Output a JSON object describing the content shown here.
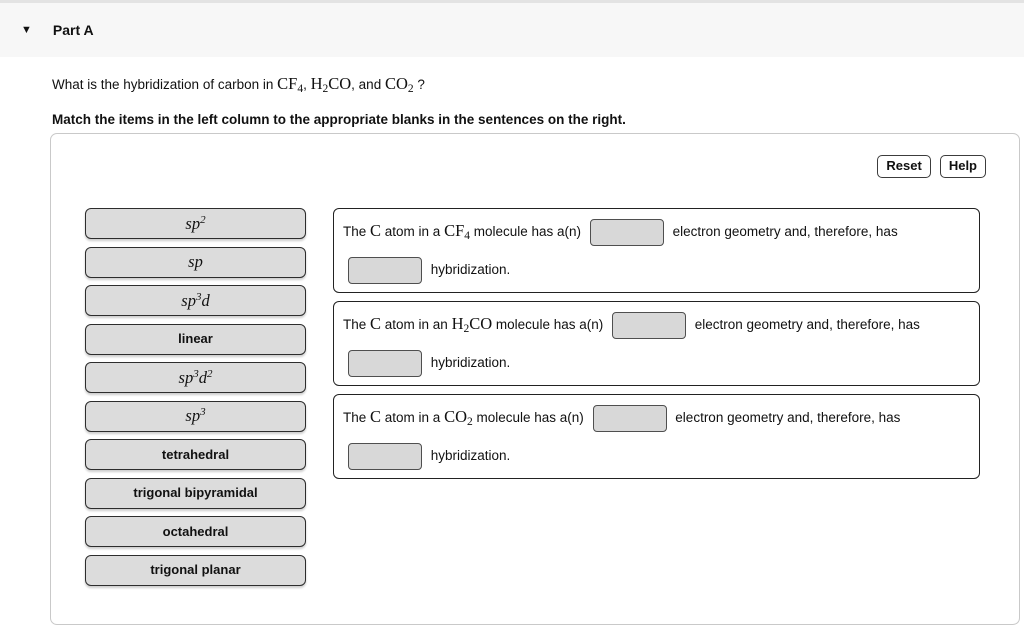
{
  "header": {
    "title": "Part A",
    "collapse_icon": "▼"
  },
  "question": {
    "segments": [
      {
        "t": "What is the hybridization of carbon in ",
        "s": "plain"
      },
      {
        "t": "CF",
        "s": "chem"
      },
      {
        "t": "4",
        "s": "chemsub"
      },
      {
        "t": ", ",
        "s": "plain"
      },
      {
        "t": "H",
        "s": "chem"
      },
      {
        "t": "2",
        "s": "chemsub"
      },
      {
        "t": "CO",
        "s": "chem"
      },
      {
        "t": ", and ",
        "s": "plain"
      },
      {
        "t": "CO",
        "s": "chem"
      },
      {
        "t": "2",
        "s": "chemsub"
      },
      {
        "t": " ?",
        "s": "plain"
      }
    ],
    "instruction": "Match the items in the left column to the appropriate blanks in the sentences on the right."
  },
  "toolbar": {
    "reset_label": "Reset",
    "help_label": "Help"
  },
  "matching": {
    "chips": [
      {
        "parts": [
          {
            "t": "sp",
            "s": "math"
          },
          {
            "t": "2",
            "s": "msup"
          }
        ]
      },
      {
        "parts": [
          {
            "t": "sp",
            "s": "math"
          }
        ]
      },
      {
        "parts": [
          {
            "t": "sp",
            "s": "math"
          },
          {
            "t": "3",
            "s": "msup"
          },
          {
            "t": "d",
            "s": "math"
          }
        ]
      },
      {
        "parts": [
          {
            "t": "linear",
            "s": "label"
          }
        ]
      },
      {
        "parts": [
          {
            "t": "sp",
            "s": "math"
          },
          {
            "t": "3",
            "s": "msup"
          },
          {
            "t": "d",
            "s": "math"
          },
          {
            "t": "2",
            "s": "msup"
          }
        ]
      },
      {
        "parts": [
          {
            "t": "sp",
            "s": "math"
          },
          {
            "t": "3",
            "s": "msup"
          }
        ]
      },
      {
        "parts": [
          {
            "t": "tetrahedral",
            "s": "label"
          }
        ]
      },
      {
        "parts": [
          {
            "t": "trigonal bipyramidal",
            "s": "label"
          }
        ]
      },
      {
        "parts": [
          {
            "t": "octahedral",
            "s": "label"
          }
        ]
      },
      {
        "parts": [
          {
            "t": "trigonal planar",
            "s": "label"
          }
        ]
      }
    ],
    "sentences": [
      {
        "segments": [
          {
            "t": "The ",
            "s": "plain"
          },
          {
            "t": "C",
            "s": "chem"
          },
          {
            "t": " atom in a ",
            "s": "plain"
          },
          {
            "t": "CF",
            "s": "chem"
          },
          {
            "t": "4",
            "s": "chemsub"
          },
          {
            "t": " molecule has a(n) ",
            "s": "plain"
          },
          {
            "s": "blank"
          },
          {
            "t": " electron geometry and, therefore, has ",
            "s": "plain"
          },
          {
            "s": "blank"
          },
          {
            "t": " hybridization.",
            "s": "plain"
          }
        ]
      },
      {
        "segments": [
          {
            "t": "The ",
            "s": "plain"
          },
          {
            "t": "C",
            "s": "chem"
          },
          {
            "t": " atom in an ",
            "s": "plain"
          },
          {
            "t": "H",
            "s": "chem"
          },
          {
            "t": "2",
            "s": "chemsub"
          },
          {
            "t": "CO",
            "s": "chem"
          },
          {
            "t": " molecule has a(n) ",
            "s": "plain"
          },
          {
            "s": "blank"
          },
          {
            "t": " electron geometry and, therefore, has ",
            "s": "plain"
          },
          {
            "s": "blank"
          },
          {
            "t": " hybridization.",
            "s": "plain"
          }
        ]
      },
      {
        "segments": [
          {
            "t": "The ",
            "s": "plain"
          },
          {
            "t": "C",
            "s": "chem"
          },
          {
            "t": " atom in a ",
            "s": "plain"
          },
          {
            "t": "CO",
            "s": "chem"
          },
          {
            "t": "2",
            "s": "chemsub"
          },
          {
            "t": " molecule has a(n) ",
            "s": "plain"
          },
          {
            "s": "blank"
          },
          {
            "t": " electron geometry and, therefore, has ",
            "s": "plain"
          },
          {
            "s": "blank"
          },
          {
            "t": " hybridization.",
            "s": "plain"
          }
        ]
      }
    ]
  },
  "colors": {
    "header_bg": "#f7f7f7",
    "chip_bg": "#dcdcdc",
    "blank_bg": "#d8d8d8",
    "panel_border": "#c9c9c9",
    "box_border": "#222222"
  }
}
